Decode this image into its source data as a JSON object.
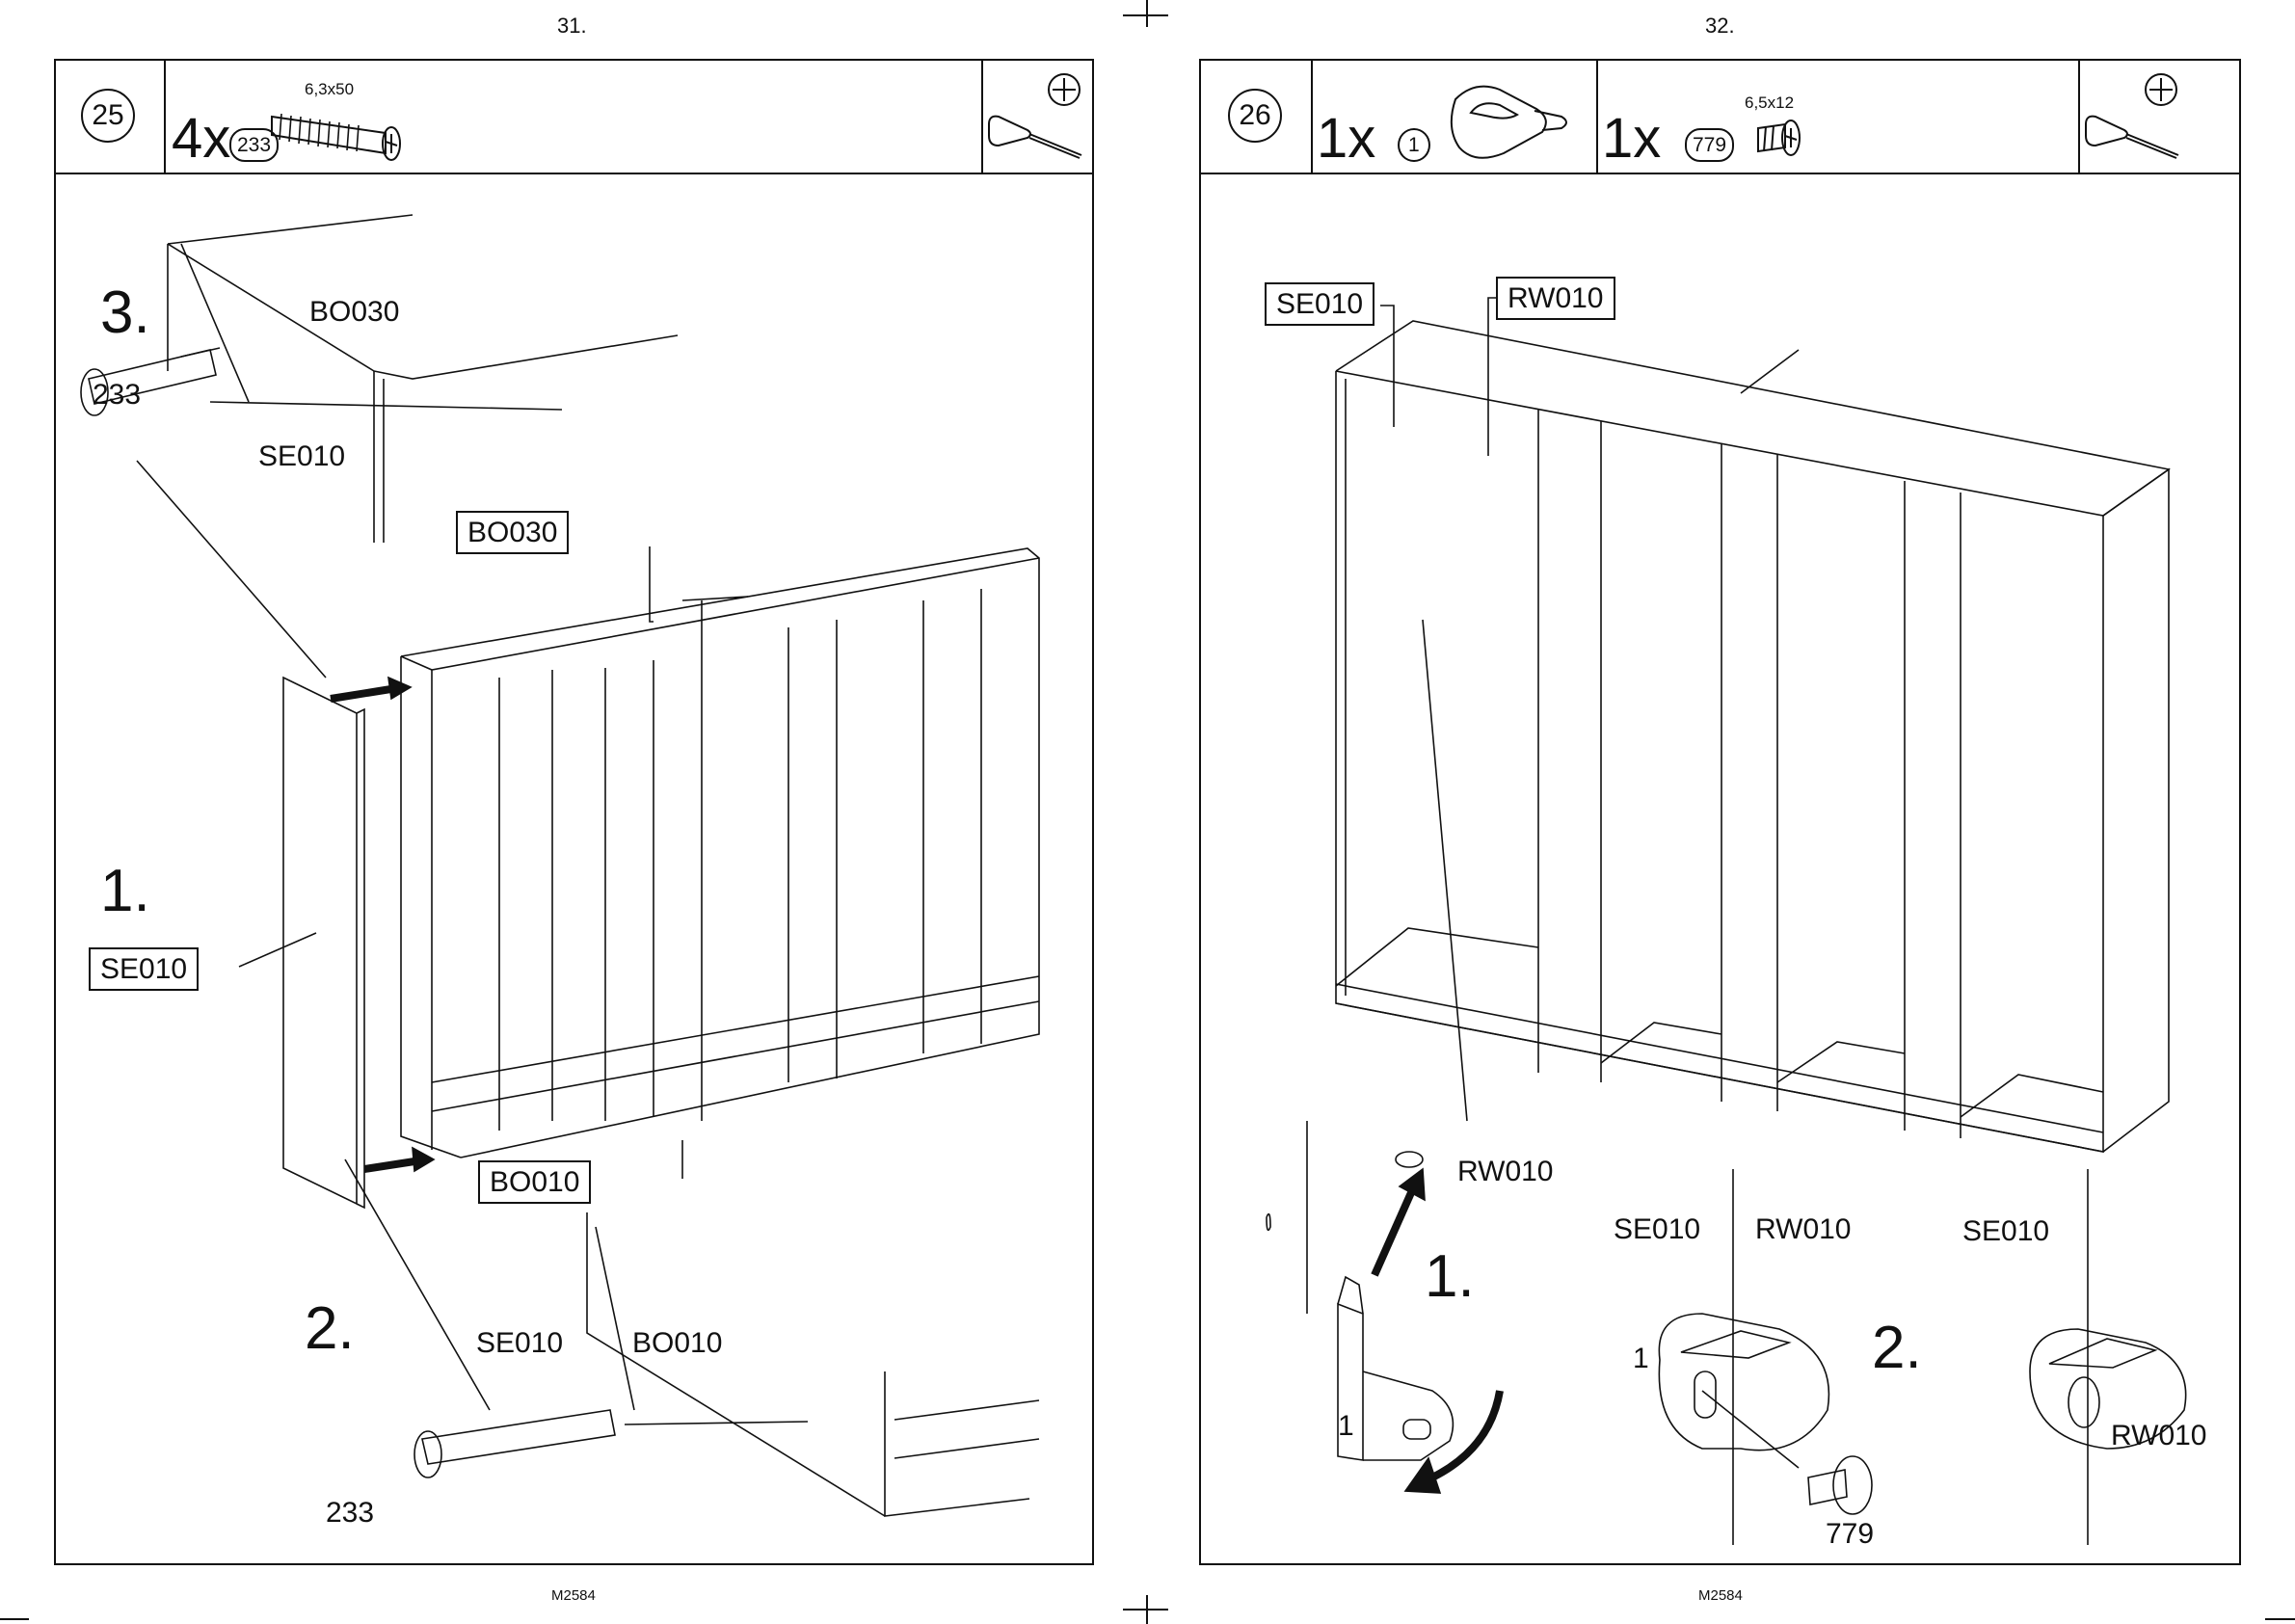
{
  "pages": [
    {
      "page_number": "31.",
      "footer": "M2584",
      "step": "25",
      "parts": [
        {
          "qty": "4x",
          "part": "233",
          "spec": "6,3x50"
        }
      ],
      "step_numbers": [
        "1.",
        "2.",
        "3."
      ],
      "labels": {
        "se010_boxed": "SE010",
        "bo030_boxed": "BO030",
        "bo010_boxed": "BO010",
        "top_bo030": "BO030",
        "top_se010": "SE010",
        "top_233": "233",
        "bottom_se010": "SE010",
        "bottom_bo010": "BO010",
        "bottom_233": "233"
      },
      "tool_icon": "screwdriver-phillips-icon"
    },
    {
      "page_number": "32.",
      "footer": "M2584",
      "step": "26",
      "parts": [
        {
          "qty": "1x",
          "part": "1",
          "spec": ""
        },
        {
          "qty": "1x",
          "part": "779",
          "spec": "6,5x12"
        }
      ],
      "step_numbers": [
        "1.",
        "2."
      ],
      "labels": {
        "se010_boxed": "SE010",
        "rw010_boxed": "RW010",
        "detail1_rw010": "RW010",
        "detail1_part": "1",
        "detail2_se010": "SE010",
        "detail2_rw010": "RW010",
        "detail2_part": "1",
        "detail2_screw": "779",
        "detail3_se010": "SE010",
        "detail3_rw010": "RW010"
      },
      "tool_icon": "screwdriver-phillips-icon"
    }
  ]
}
